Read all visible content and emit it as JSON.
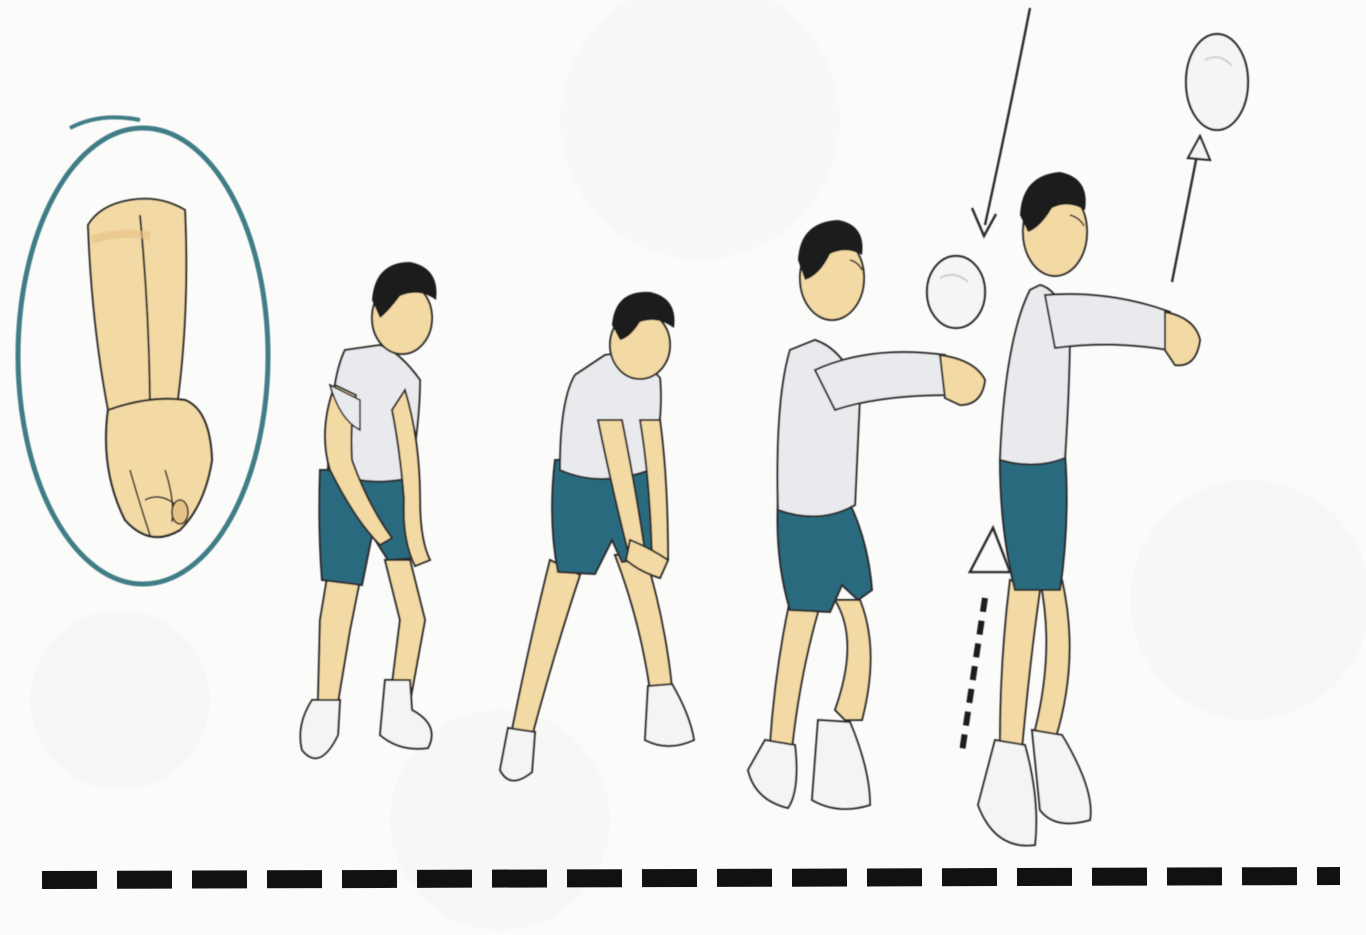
{
  "illustration": {
    "panels": [
      {
        "name": "hand-grip-detail"
      },
      {
        "name": "ready-stance-figure"
      },
      {
        "name": "arms-lowered-figure"
      },
      {
        "name": "arms-extended-figure"
      },
      {
        "name": "forearm-pass-figure"
      }
    ],
    "colors": {
      "background": "#fbfbfa",
      "skin": "#f3d9a4",
      "skin_shadow": "#e7c286",
      "shirt": "#e9eaed",
      "shorts": "#2b6b7f",
      "hair": "#1a1a1a",
      "outline": "#2a2a2a",
      "circle": "#3f7d86",
      "ball": "#f5f5f5",
      "court_line": "#111111"
    },
    "icons": [
      "ball-icon",
      "down-arrow-icon",
      "up-arrow-icon",
      "triangle-marker-icon",
      "hand-circle-icon"
    ]
  }
}
